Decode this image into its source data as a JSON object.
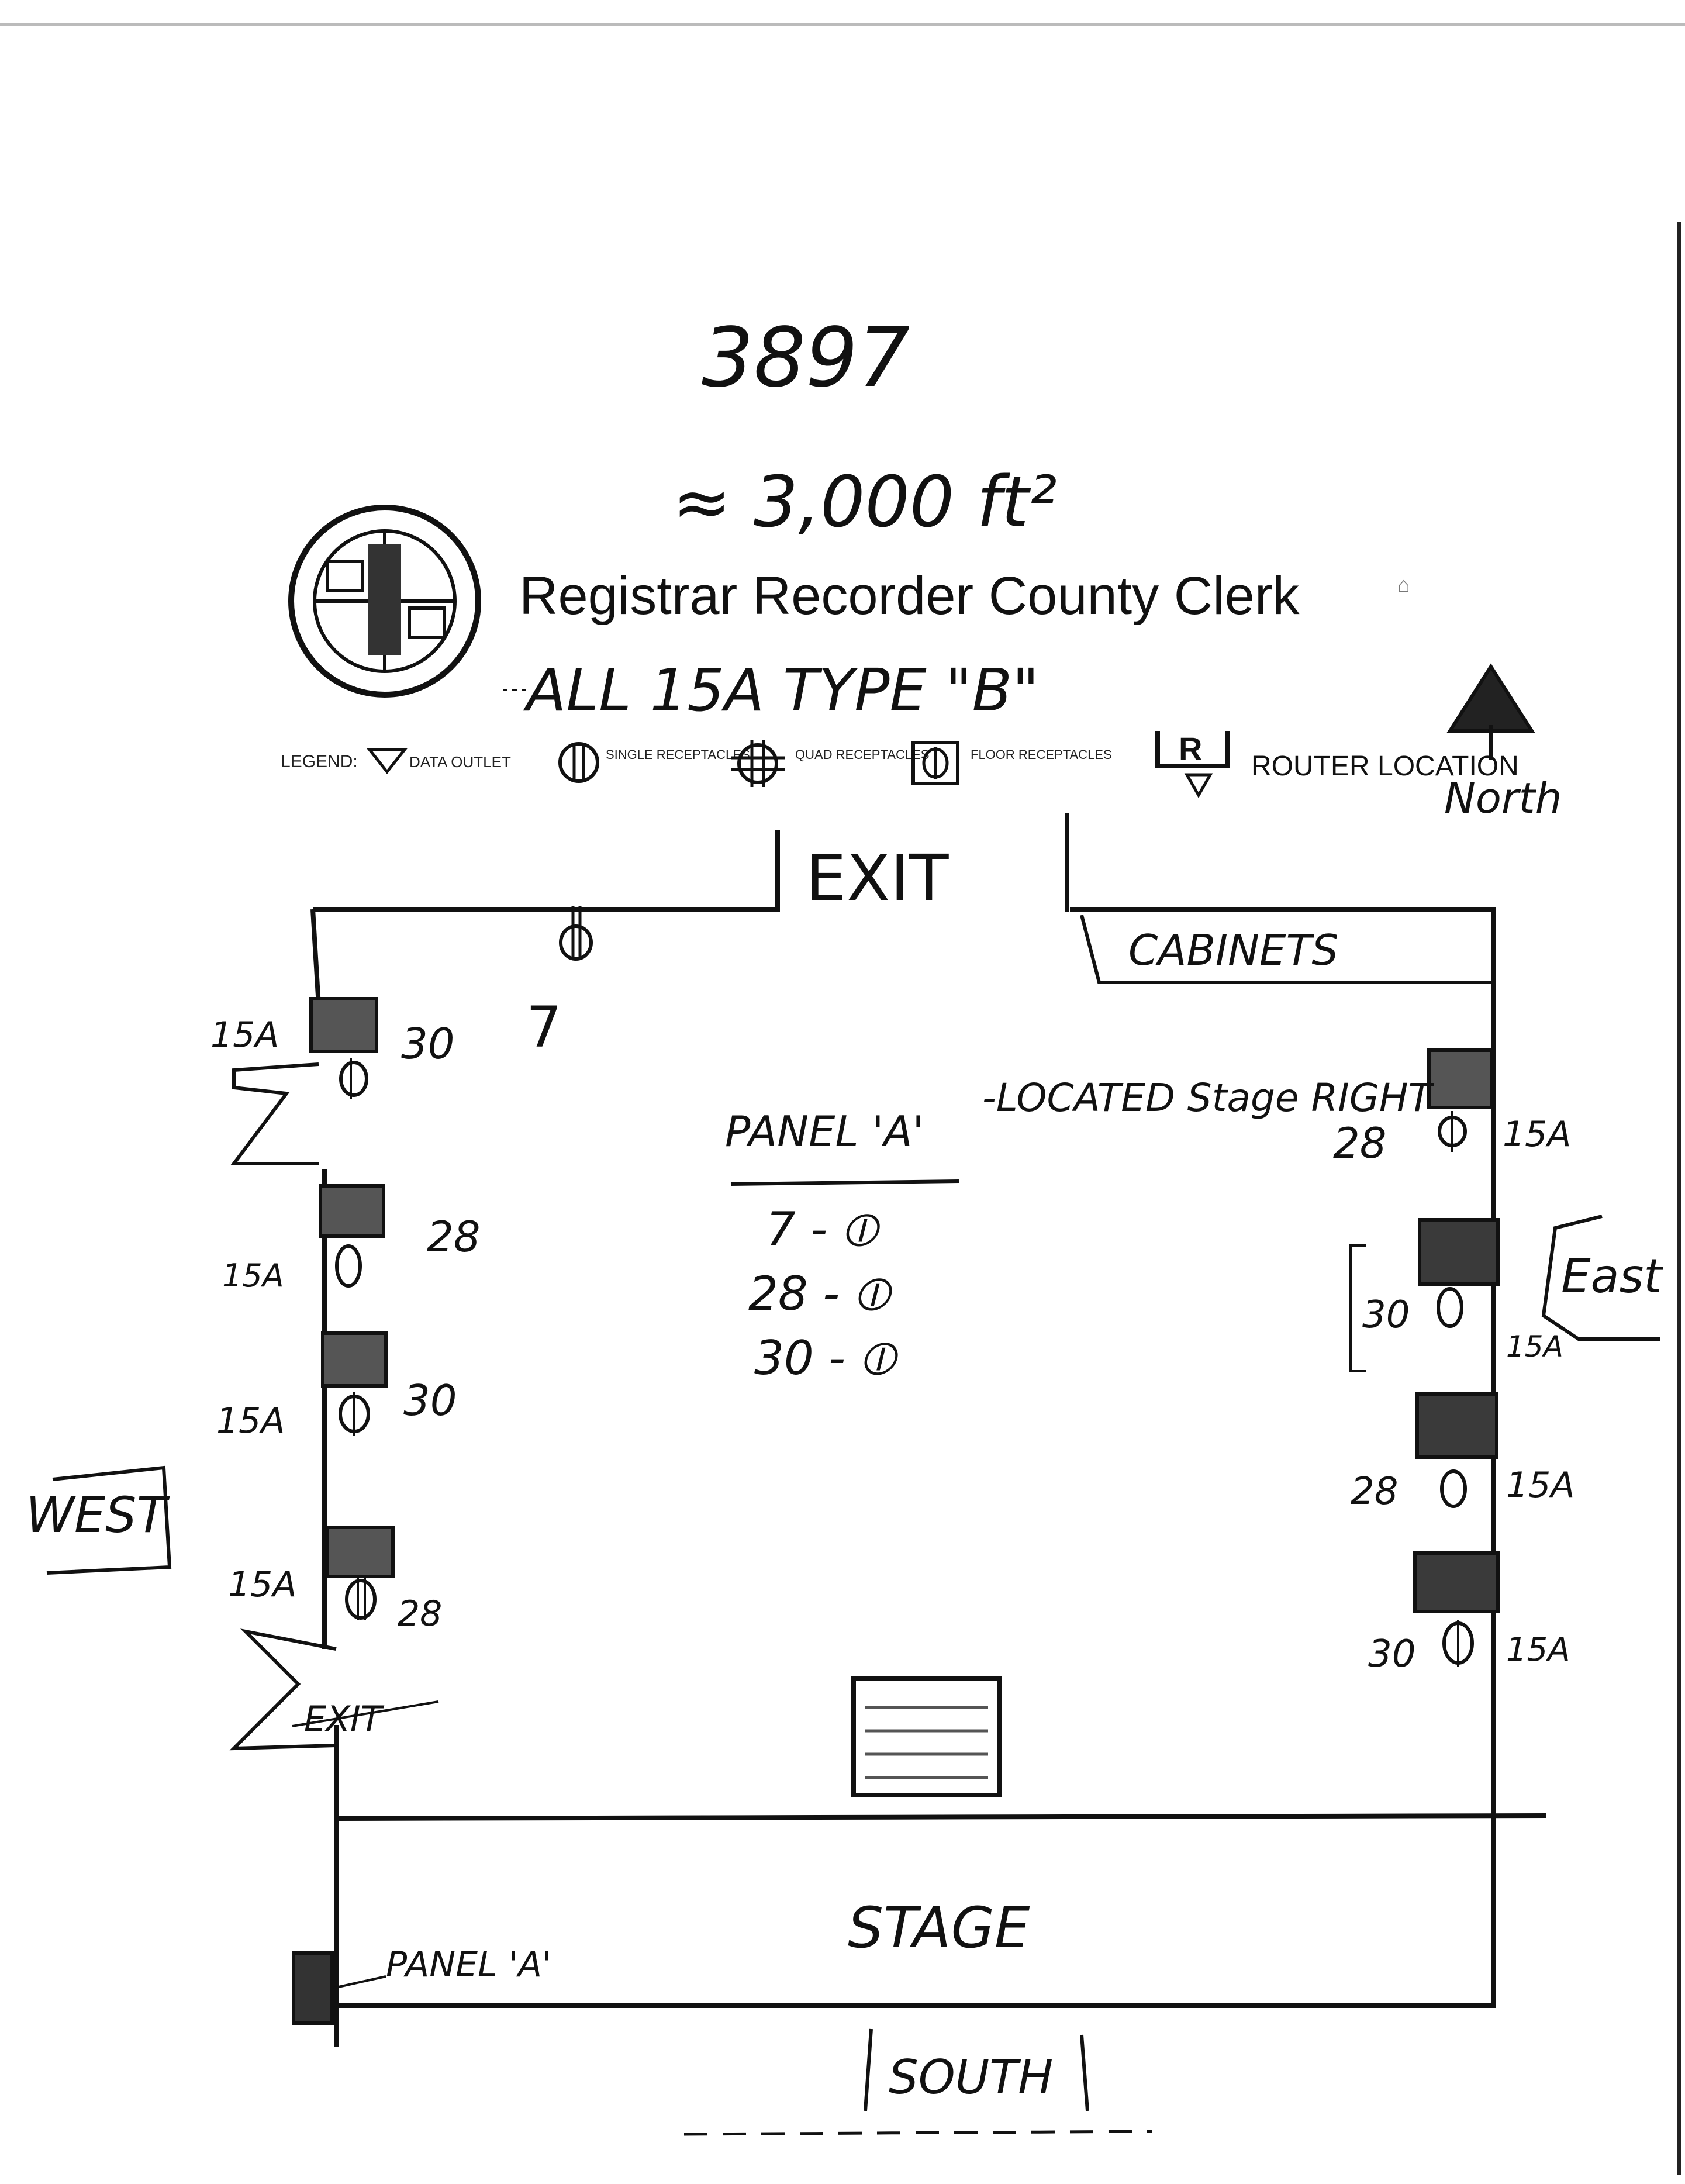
{
  "header": {
    "doc_number": "3897",
    "area": "≈ 3,000 ft²",
    "org_title": "Registrar Recorder County Clerk",
    "note": "ALL 15A TYPE \"B\""
  },
  "legend": {
    "label": "LEGEND:",
    "items": [
      {
        "icon": "data-outlet-icon",
        "label": "DATA OUTLET"
      },
      {
        "icon": "single-receptacle-icon",
        "label": "SINGLE RECEPTACLES"
      },
      {
        "icon": "quad-receptacle-icon",
        "label": "QUAD RECEPTACLES"
      },
      {
        "icon": "floor-receptacle-icon",
        "label": "FLOOR RECEPTACLES"
      },
      {
        "icon": "router-icon",
        "label": "ROUTER LOCATION"
      }
    ]
  },
  "compass": {
    "north": "North",
    "east": "East",
    "west": "WEST",
    "south": "SOUTH"
  },
  "room": {
    "exit_top": "EXIT",
    "exit_left": "EXIT",
    "cabinets": "CABINETS",
    "stage": "STAGE",
    "panel_label": "PANEL 'A'"
  },
  "panel_note": {
    "title": "PANEL 'A'",
    "location": "-LOCATED Stage RIGHT",
    "rows": [
      "7 - ⦶",
      "28 - ⦶",
      "30 - ⦶"
    ]
  },
  "west_outlets": [
    {
      "amp": "15A",
      "circuit": "30"
    },
    {
      "amp": "15A",
      "circuit": "28"
    },
    {
      "amp": "15A",
      "circuit": "30"
    },
    {
      "amp": "15A",
      "circuit": "28"
    }
  ],
  "east_outlets": [
    {
      "amp": "15A",
      "circuit": "28"
    },
    {
      "amp": "15A",
      "circuit": "30"
    },
    {
      "amp": "15A",
      "circuit": "28"
    },
    {
      "amp": "15A",
      "circuit": "30"
    }
  ],
  "top_outlet": {
    "circuit": "7"
  }
}
